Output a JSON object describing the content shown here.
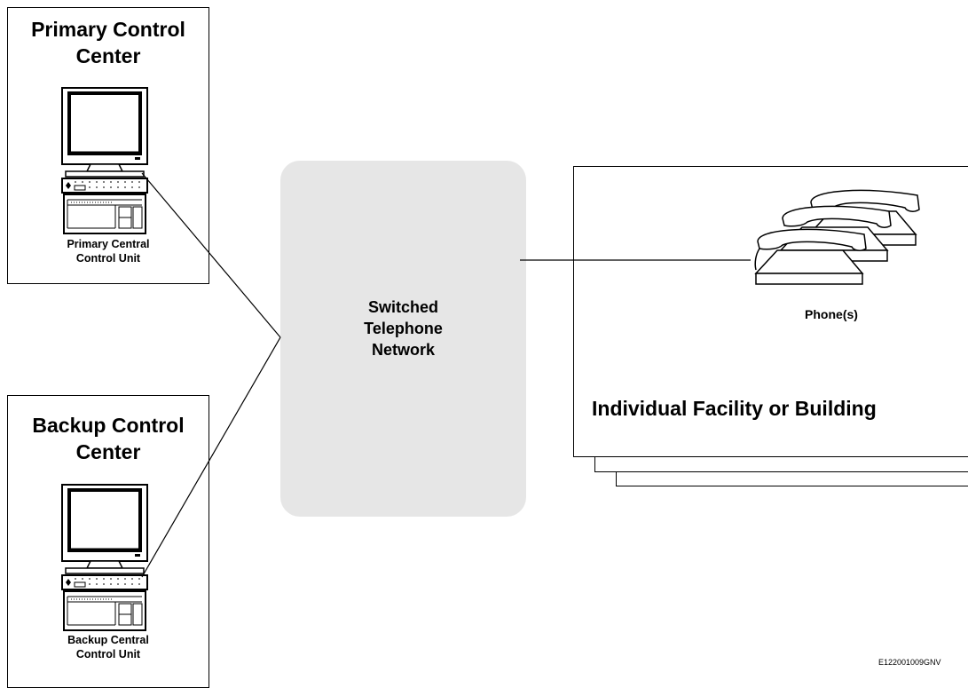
{
  "primary_center": {
    "title": "Primary Control\nCenter",
    "unit_label": "Primary Central\nControl Unit"
  },
  "backup_center": {
    "title": "Backup Control\nCenter",
    "unit_label": "Backup Central\nControl Unit"
  },
  "network": {
    "label": "Switched\nTelephone\nNetwork",
    "fill_color": "#e6e6e6"
  },
  "facility": {
    "title": "Individual Facility or Building",
    "phones_label": "Phone(s)"
  },
  "figure_code": "E122001009GNV",
  "icons": [
    "computer-monitor-icon",
    "keyboard-icon",
    "telephone-icon"
  ]
}
